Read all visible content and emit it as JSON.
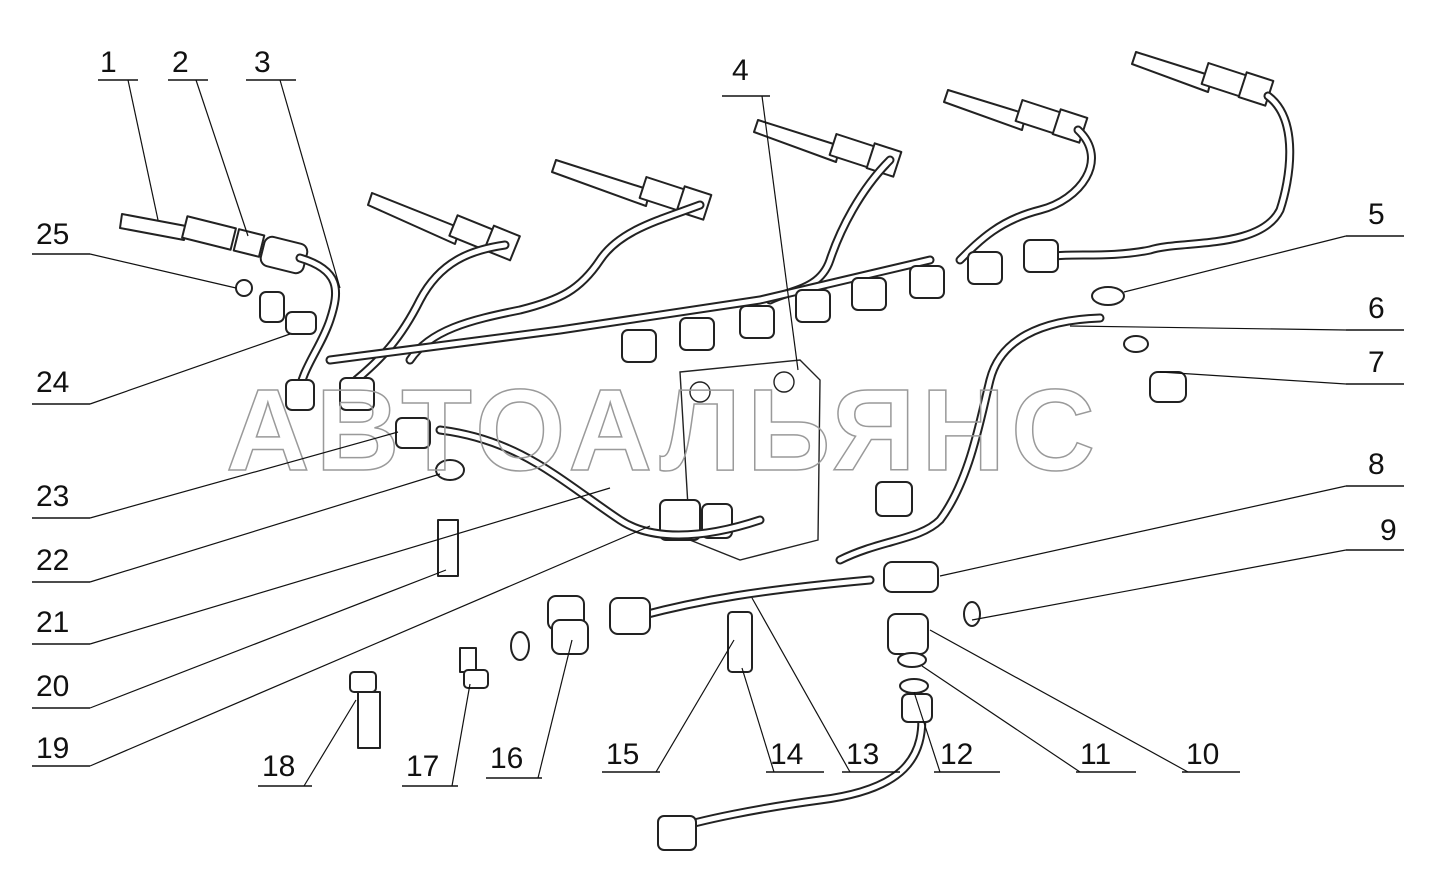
{
  "watermark": "АВТОАЛЬЯНС",
  "callouts": [
    "1",
    "2",
    "3",
    "4",
    "5",
    "6",
    "7",
    "8",
    "9",
    "10",
    "11",
    "12",
    "13",
    "14",
    "15",
    "16",
    "17",
    "18",
    "19",
    "20",
    "21",
    "22",
    "23",
    "24",
    "25"
  ]
}
